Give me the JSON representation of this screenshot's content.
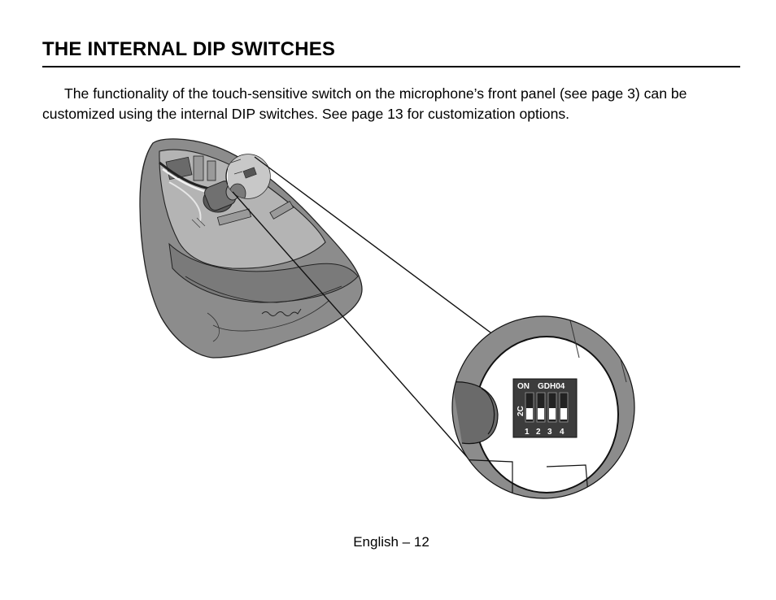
{
  "page": {
    "heading": "THE INTERNAL DIP SWITCHES",
    "paragraph": "The functionality of the touch-sensitive switch on the microphone’s front panel (see page 3) can be customized using the internal DIP switches. See page 13 for customization options.",
    "footer": "English – 12"
  },
  "illustration": {
    "dip_switch": {
      "on_label": "ON",
      "part_label": "GDH04",
      "side_label": "2C",
      "switch_numbers": [
        "1",
        "2",
        "3",
        "4"
      ]
    },
    "colors": {
      "housing": "#8c8c8c",
      "housing_dark": "#5f5f5f",
      "interior": "#b4b4b4",
      "switch_body": "#3c3c3c"
    }
  }
}
